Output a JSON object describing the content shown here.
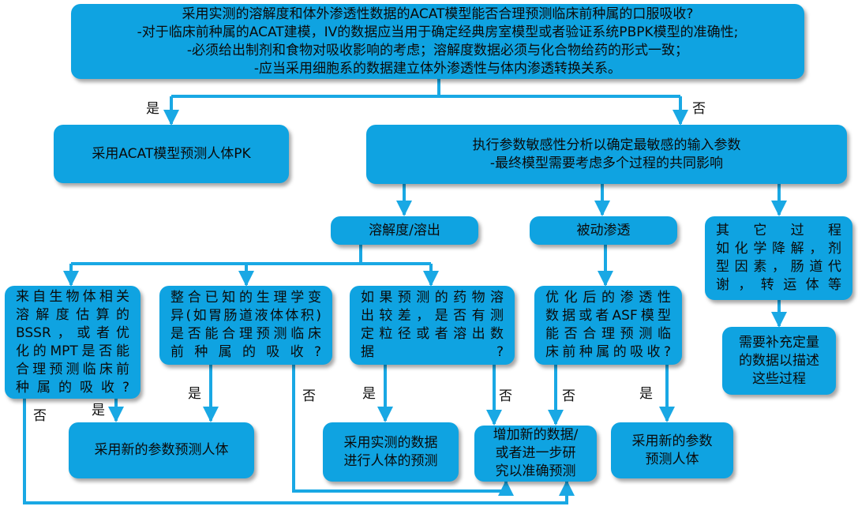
{
  "colors": {
    "box": "#0fa3e1",
    "line": "#19a8e4"
  },
  "boxes": {
    "question": [
      "采用实测的溶解度和体外渗透性数据的ACAT模型能否合理预测临床前种属的口服吸收?",
      "-对于临床前种属的ACAT建模，IV的数据应当用于确定经典房室模型或者验证系统PBPK模型的准确性;",
      "-必须给出制剂和食物对吸收影响的考虑；溶解度数据必须与化合物给药的形式一致；",
      "-应当采用细胞系的数据建立体外渗透性与体内渗透转换关系。"
    ],
    "use_acat": [
      "采用ACAT模型预测人体PK"
    ],
    "sensitivity": [
      "执行参数敏感性分析以确定最敏感的输入参数",
      "-最终模型需要考虑多个过程的共同影响"
    ],
    "dissolution": [
      "溶解度/溶出"
    ],
    "passive": [
      "被动渗透"
    ],
    "other_process": [
      "其它过程",
      "如化学降解，剂",
      "型因素，肠道代",
      "谢，转运体等"
    ],
    "bssr": [
      "来自生物体相关",
      "溶解度估算的",
      "BSSR，或者优",
      "化的MPT是否能",
      "合理预测临床前",
      "种属的吸收?"
    ],
    "physiology": [
      "整合已知的生理学变",
      "异(如胃肠道液体体积)",
      "是否能合理预测临床",
      "前种属的吸收?"
    ],
    "poor_prediction": [
      "如果预测的药物溶",
      "出较差，是否有测",
      "定粒径或者溶出数",
      "据?"
    ],
    "optimized_perm": [
      "优化后的渗透性",
      "数据或者ASF模型",
      "能否合理预测临",
      "床前种属的吸收?"
    ],
    "need_data": [
      "需要补充定量",
      "的数据以描述",
      "这些过程"
    ],
    "new_params_1": [
      "采用新的参数预测人体"
    ],
    "measured_data": [
      "采用实测的数据",
      "进行人体的预测"
    ],
    "more_research": [
      "增加新的数据/",
      "或者进一步研",
      "究以准确预测"
    ],
    "new_params_2": [
      "采用新的参数",
      "预测人体"
    ]
  },
  "labels": {
    "yes_top": "是",
    "no_top": "否",
    "no_bssr": "否",
    "yes_bssr": "是",
    "yes_physiology": "是",
    "no_physiology": "否",
    "yes_poor": "是",
    "no_poor": "否",
    "no_perm": "否",
    "yes_perm": "是"
  }
}
